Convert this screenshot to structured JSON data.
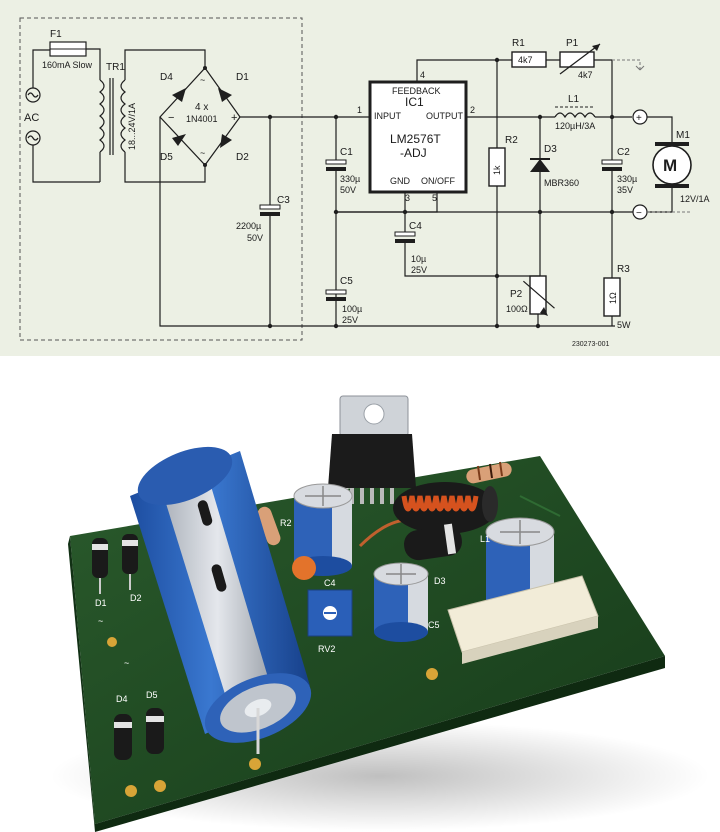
{
  "schematic": {
    "fuse": {
      "ref": "F1",
      "value": "160mA Slow"
    },
    "transformer": {
      "ref": "TR1",
      "value": "18...24V/1A"
    },
    "ac_label": "AC",
    "bridge": {
      "refs": [
        "D4",
        "D1",
        "D5",
        "D2"
      ],
      "count": "4 x",
      "part": "1N4001",
      "minus": "−",
      "plus": "+"
    },
    "ic": {
      "ref": "IC1",
      "part_line1": "LM2576T",
      "part_line2": "-ADJ",
      "feedback": "FEEDBACK",
      "input": "INPUT",
      "output": "OUTPUT",
      "gnd": "GND",
      "onoff": "ON/OFF",
      "pin_input": "1",
      "pin_output": "2",
      "pin_gnd": "3",
      "pin_feedback": "4",
      "pin_onoff": "5"
    },
    "c1": {
      "ref": "C1",
      "value1": "330µ",
      "value2": "50V"
    },
    "c2": {
      "ref": "C2",
      "value1": "330µ",
      "value2": "35V"
    },
    "c3": {
      "ref": "C3",
      "value1": "2200µ",
      "value2": "50V"
    },
    "c4": {
      "ref": "C4",
      "value1": "10µ",
      "value2": "25V"
    },
    "c5": {
      "ref": "C5",
      "value1": "100µ",
      "value2": "25V"
    },
    "r1": {
      "ref": "R1",
      "value": "4k7"
    },
    "r2": {
      "ref": "R2",
      "value": "1k"
    },
    "r3": {
      "ref": "R3",
      "value": "1Ω",
      "power": "5W"
    },
    "p1": {
      "ref": "P1",
      "value": "4k7"
    },
    "p2": {
      "ref": "P2",
      "value": "100Ω"
    },
    "l1": {
      "ref": "L1",
      "value": "120µH/3A"
    },
    "d3": {
      "ref": "D3",
      "value": "MBR360"
    },
    "motor": {
      "ref": "M1",
      "symbol": "M",
      "value": "12V/1A",
      "plus": "+",
      "minus": "−"
    },
    "code": "230273-001"
  },
  "board": {
    "labels": {
      "d1": "D1",
      "d2": "D2",
      "d4": "D4",
      "d5": "D5",
      "r2": "R2",
      "c4": "C4",
      "c5": "C5",
      "d3": "D3",
      "l1": "L1",
      "rv2": "RV2",
      "tilde1": "~",
      "tilde2": "~"
    },
    "colors": {
      "pcb": "#1f4a22",
      "cap_blue": "#2e62b8",
      "sleeve": "#cfd4dc"
    }
  }
}
